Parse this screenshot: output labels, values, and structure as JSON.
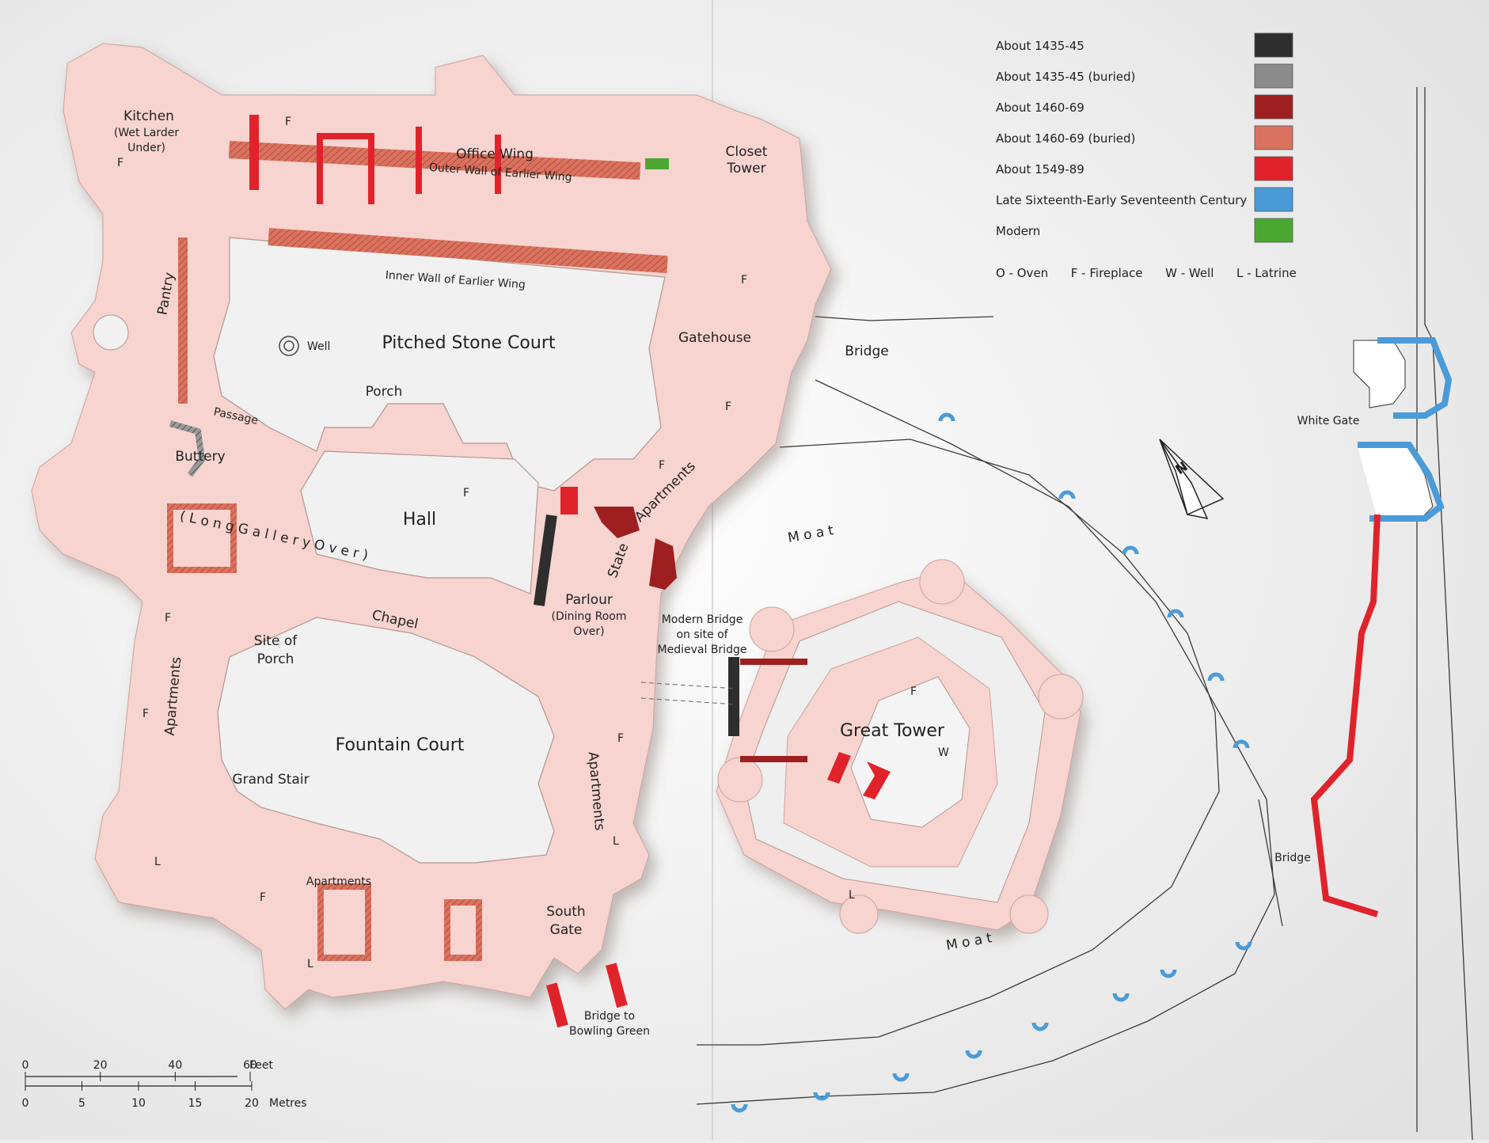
{
  "legend": {
    "items": [
      {
        "label": "About 1435-45",
        "color": "#2e2e2e"
      },
      {
        "label": "About 1435-45 (buried)",
        "color": "#8c8c8c"
      },
      {
        "label": "About 1460-69",
        "color": "#9e1f1f"
      },
      {
        "label": "About 1460-69 (buried)",
        "color": "#d9735f"
      },
      {
        "label": "About 1549-89",
        "color": "#e0232b"
      },
      {
        "label": "Late Sixteenth-Early Seventeenth Century",
        "color": "#4a9bd8"
      },
      {
        "label": "Modern",
        "color": "#4aa832"
      }
    ],
    "key": "O - Oven      F - Fireplace      W - Well      L - Latrine"
  },
  "labels": {
    "kitchen": "Kitchen",
    "kitchen2": "(Wet Larder",
    "kitchen3": "Under)",
    "office_wing": "Office Wing",
    "outer_wall": "Outer Wall of Earlier Wing",
    "inner_wall": "Inner Wall of Earlier Wing",
    "closet_tower": "Closet",
    "closet_tower2": "Tower",
    "pantry": "Pantry",
    "well": "Well",
    "pitched_court": "Pitched Stone Court",
    "gatehouse": "Gatehouse",
    "bridge_top": "Bridge",
    "porch": "Porch",
    "passage": "Passage",
    "buttery": "Buttery",
    "hall": "Hall",
    "long_gallery": "( L o n g   G a l l e r y   O v e r )",
    "chapel": "Chapel",
    "apartments_ne": "Apartments",
    "state": "State",
    "parlour": "Parlour",
    "parlour2": "(Dining Room",
    "parlour3": "Over)",
    "modern_bridge": "Modern Bridge",
    "modern_bridge2": "on site of",
    "modern_bridge3": "Medieval Bridge",
    "site_porch": "Site of",
    "site_porch2": "Porch",
    "apartments_w": "Apartments",
    "fountain_court": "Fountain Court",
    "grand_stair": "Grand Stair",
    "apartments_e": "Apartments",
    "apartments_s": "Apartments",
    "south_gate": "South",
    "south_gate2": "Gate",
    "bridge_bowling": "Bridge to",
    "bridge_bowling2": "Bowling Green",
    "great_tower": "Great Tower",
    "moat_top": "M o a t",
    "moat_bottom": "M o a t",
    "white_gate": "White Gate",
    "bridge_right": "Bridge",
    "north": "N",
    "fireplace": "F",
    "latrine": "L",
    "well_letter": "W"
  },
  "scale": {
    "feet_ticks": [
      "0",
      "20",
      "40",
      "60"
    ],
    "feet_unit": "Feet",
    "metre_ticks": [
      "0",
      "5",
      "10",
      "15",
      "20"
    ],
    "metre_unit": "Metres"
  }
}
